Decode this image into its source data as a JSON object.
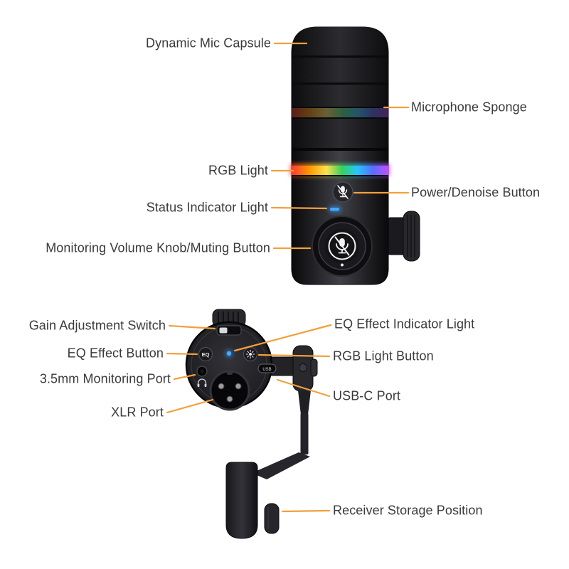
{
  "diagram": {
    "colors": {
      "leader_line": "#F2A03C",
      "label_text": "#3A3A3A",
      "indicator_blue": "#45A8FF",
      "rgb_ring_colors": [
        "#FF3B30",
        "#FF9500",
        "#FFE14D",
        "#34D15E",
        "#27C4FF",
        "#5A6CFF",
        "#C44DFF"
      ]
    },
    "mic_top": {
      "labels": {
        "dynamic_mic_capsule": "Dynamic Mic Capsule",
        "microphone_sponge": "Microphone Sponge",
        "rgb_light": "RGB Light",
        "power_denoise_button": "Power/Denoise Button",
        "status_indicator_light": "Status Indicator Light",
        "monitoring_volume_knob": "Monitoring Volume Knob/Muting Button"
      }
    },
    "mic_bottom": {
      "labels": {
        "gain_adjustment_switch": "Gain Adjustment Switch",
        "eq_effect_indicator_light": "EQ Effect Indicator Light",
        "eq_effect_button": "EQ Effect Button",
        "rgb_light_button": "RGB Light Button",
        "monitoring_port": "3.5mm Monitoring Port",
        "usb_c_port": "USB-C Port",
        "xlr_port": "XLR Port",
        "receiver_storage_position": "Receiver Storage Position"
      },
      "printed": {
        "eq_button": "EQ",
        "usb_port": "USB"
      }
    }
  }
}
